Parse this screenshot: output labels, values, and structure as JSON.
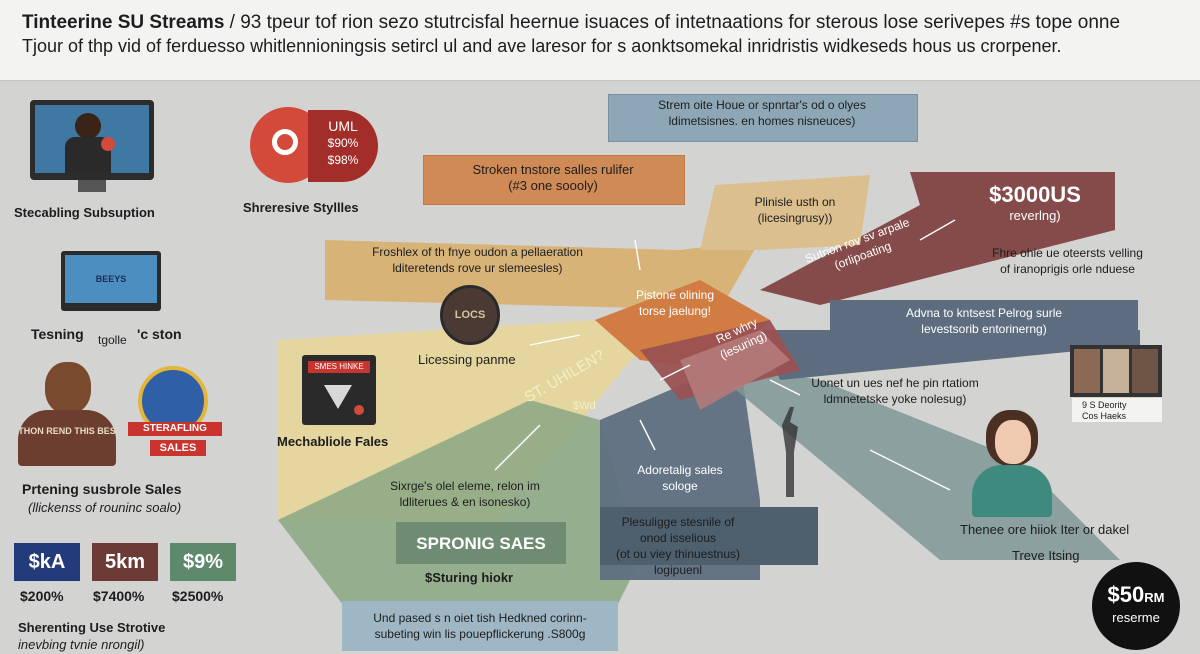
{
  "header": {
    "line1_bold": "Tinteerine SU Streams",
    "line1_rest": " / 93 tpeur tof rion sezo stutrcisfal heernue isuaces of intetnaations for sterous lose serivepes #s tope onne",
    "line2": "Tjour of thp vid of ferduesso whitlennioningsis setircl ul and ave laresor for s aonktsomekal inridristis widkeseds hous us crorpener."
  },
  "left": {
    "monitor_label": "Stecabling Subsuption",
    "pie_label": "Shreresive Styllles",
    "pie_badge_line1": "UML",
    "pie_badge_line2": "$90%",
    "pie_badge_line3": "$98%",
    "screen_label_a": "Tesning",
    "screen_label_b": "tgolle",
    "screen_label_c": "'c ston",
    "screen_text": "BEEYS",
    "person_shirt": "THON REND THIS BES",
    "badge_text": "STERAFLING",
    "badge_text2": "SALES",
    "subsection_title": "Prtening susbrole Sales",
    "subsection_sub": "(llickenss of rouninc soalo)",
    "stats": [
      {
        "label": "$kA",
        "value": "$200%",
        "color": "#233a7b"
      },
      {
        "label": "5km",
        "value": "$7400%",
        "color": "#6c3b36"
      },
      {
        "label": "$9%",
        "value": "$2500%",
        "color": "#5e8a6b"
      }
    ],
    "footer_title": "Sherenting Use Strotive",
    "footer_sub": "inevbing tvnie nrongil)"
  },
  "middle": {
    "product_box_text": "SMES HINKE",
    "product_label": "Mechabliole Fales",
    "lock_label": "Licessing panme",
    "lock_text": "LOCS",
    "box_stroken_line1": "Stroken tnstore salles rulifer",
    "box_stroken_line2": "(#3 one soooly)",
    "box_freshlex_line1": "Froshlex of th fnye oudon a pellaeration",
    "box_freshlex_line2": "lditeretends rove ur slemeesles)",
    "box_top_line1": "Strem oite Houe or spnrtar's od o olyes",
    "box_top_line2": "ldimetsisnes. en homes nisneuces)",
    "green_text": "ST. UHILEN?",
    "green_sub": "$Wd",
    "green_desc_line1": "Sixrge's olel eleme, relon im",
    "green_desc_line2": "ldliterues & en isonesko)",
    "sprong_label": "SPRONIG SAES",
    "staring_label": "$Sturing hiokr",
    "bottom_box_line1": "Und pased s n oiet tish Hedkned corinn-",
    "bottom_box_line2": "subeting win lis pouepflickerung .S800g"
  },
  "right": {
    "flow_plinisle_line1": "Plinisle usth on",
    "flow_plinisle_line2": "(licesingrusy))",
    "flow_big_value": "$3000US",
    "flow_big_sub": "reverlng)",
    "flow_sutrion_line1": "Sutrion rov sv arpale",
    "flow_sutrion_line2": "(orlipoating",
    "flow_fhre_line1": "Fhre ohie ue oteersts velling",
    "flow_fhre_line2": "of iranoprigis orle nduese",
    "flow_pistone_line1": "Pistone olining",
    "flow_pistone_line2": "torse jaelung!",
    "flow_advna": "Advna to kntsest Pelrog surle",
    "flow_advna_sub": "levestsorib entorinerng)",
    "flow_rewhry_line1": "Re whry",
    "flow_rewhry_line2": "(lesuring)",
    "flow_unoet_line1": "Uonet un ues nef he pin rtatiom",
    "flow_unoet_line2": "ldmnetetske yoke nolesug)",
    "flow_adoret_line1": "Adoretalig sales",
    "flow_adoret_line2": "sologe",
    "flow_plesu_line1": "Plesuligge stesnile of",
    "flow_plesu_line2": "onod isselious",
    "flow_plesu_line3": "(ot ou viey thinuestnus)",
    "flow_plesu_line4": "logipuenl",
    "photo_caption_line1": "9 S Deority",
    "photo_caption_line2": "Cos Haeks",
    "person_label": "Thenee ore hiiok Iter or dakel",
    "person_sub": "Treve Itsing",
    "circle_value": "$50",
    "circle_unit": "RM",
    "circle_sub": "reserme"
  },
  "colors": {
    "orange": "#d08a56",
    "tan": "#d8b377",
    "maroon": "#854a4a",
    "slate": "#5d6d7f",
    "teal": "#7d9595",
    "green": "#8faa86",
    "yellow": "#e6d79a",
    "red": "#d34a3b"
  }
}
